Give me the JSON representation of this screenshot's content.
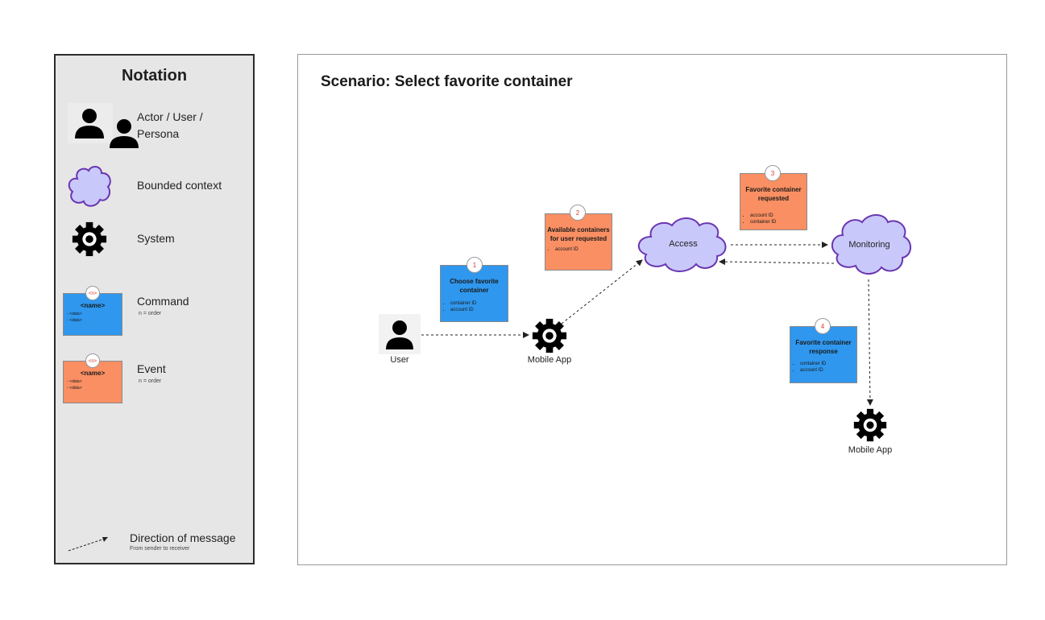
{
  "notation": {
    "title": "Notation",
    "actor_label": "Actor / User / Persona",
    "bounded_context_label": "Bounded context",
    "system_label": "System",
    "command": {
      "label": "Command",
      "sub": "n = order",
      "badge": "<n>",
      "title": "<name>",
      "fields": [
        "- <data>",
        "- <data>"
      ]
    },
    "event": {
      "label": "Event",
      "sub": "n = order",
      "badge": "<n>",
      "title": "<name>",
      "fields": [
        "- <data>",
        "- <data>"
      ]
    },
    "direction": {
      "label": "Direction of message",
      "sub": "From sender to receiver"
    }
  },
  "scenario": {
    "title": "Scenario: Select favorite container",
    "nodes": {
      "user": "User",
      "mobile_app_1": "Mobile App",
      "access": "Access",
      "monitoring": "Monitoring",
      "mobile_app_2": "Mobile App"
    },
    "messages": [
      {
        "order": "1",
        "kind": "command",
        "title": "Choose favorite container",
        "items": [
          "container ID",
          "account ID"
        ]
      },
      {
        "order": "2",
        "kind": "event",
        "title": "Available containers for user requested",
        "items": [
          "account ID"
        ]
      },
      {
        "order": "3",
        "kind": "event",
        "title": "Favorite container requested",
        "items": [
          "account ID",
          "container ID"
        ]
      },
      {
        "order": "4",
        "kind": "command",
        "title": "Favorite container response",
        "items": [
          "container ID",
          "account ID"
        ]
      }
    ]
  },
  "colors": {
    "command": "#2f97ee",
    "event": "#f98f63",
    "cloud_fill": "#c9c8fb",
    "cloud_stroke": "#6a36b0",
    "panel_bg": "#e6e6e6"
  },
  "icons": [
    "person-icon",
    "cloud-icon",
    "gear-icon",
    "arrow-icon"
  ]
}
